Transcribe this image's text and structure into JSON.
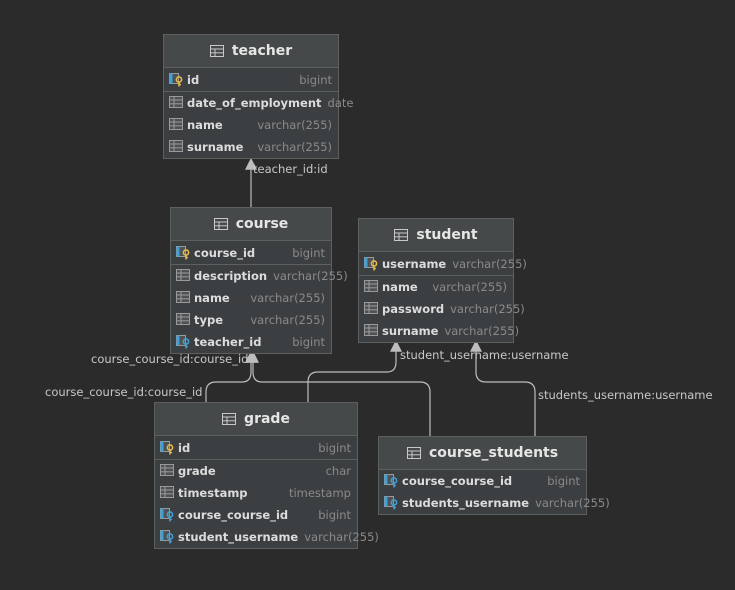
{
  "entities": {
    "teacher": {
      "name": "teacher",
      "columns": [
        {
          "name": "id",
          "type": "bigint",
          "key": "pk"
        },
        {
          "name": "date_of_employment",
          "type": "date",
          "key": "none"
        },
        {
          "name": "name",
          "type": "varchar(255)",
          "key": "none"
        },
        {
          "name": "surname",
          "type": "varchar(255)",
          "key": "none"
        }
      ]
    },
    "course": {
      "name": "course",
      "columns": [
        {
          "name": "course_id",
          "type": "bigint",
          "key": "pk"
        },
        {
          "name": "description",
          "type": "varchar(255)",
          "key": "none"
        },
        {
          "name": "name",
          "type": "varchar(255)",
          "key": "none"
        },
        {
          "name": "type",
          "type": "varchar(255)",
          "key": "none"
        },
        {
          "name": "teacher_id",
          "type": "bigint",
          "key": "fk"
        }
      ]
    },
    "student": {
      "name": "student",
      "columns": [
        {
          "name": "username",
          "type": "varchar(255)",
          "key": "pk"
        },
        {
          "name": "name",
          "type": "varchar(255)",
          "key": "none"
        },
        {
          "name": "password",
          "type": "varchar(255)",
          "key": "none"
        },
        {
          "name": "surname",
          "type": "varchar(255)",
          "key": "none"
        }
      ]
    },
    "grade": {
      "name": "grade",
      "columns": [
        {
          "name": "id",
          "type": "bigint",
          "key": "pk"
        },
        {
          "name": "grade",
          "type": "char",
          "key": "none"
        },
        {
          "name": "timestamp",
          "type": "timestamp",
          "key": "none"
        },
        {
          "name": "course_course_id",
          "type": "bigint",
          "key": "fk"
        },
        {
          "name": "student_username",
          "type": "varchar(255)",
          "key": "fk"
        }
      ]
    },
    "course_students": {
      "name": "course_students",
      "columns": [
        {
          "name": "course_course_id",
          "type": "bigint",
          "key": "fk"
        },
        {
          "name": "students_username",
          "type": "varchar(255)",
          "key": "fk"
        }
      ]
    }
  },
  "relations": {
    "course_teacher": "teacher_id:id",
    "grade_course": "course_course_id:course_id",
    "course_students_course": "course_course_id:course_id",
    "grade_student": "student_username:username",
    "course_students_student": "students_username:username"
  },
  "colors": {
    "background": "#2b2b2b",
    "header": "#45494a",
    "body": "#3c3f41",
    "border": "#5e6060",
    "line": "#bdbdbd",
    "pk_key": "#e8b84a",
    "fk_key": "#3fa0d6"
  },
  "icons": {
    "table": "table-icon",
    "column": "column-icon",
    "primary_key": "primary-key-icon",
    "foreign_key": "foreign-key-icon"
  }
}
